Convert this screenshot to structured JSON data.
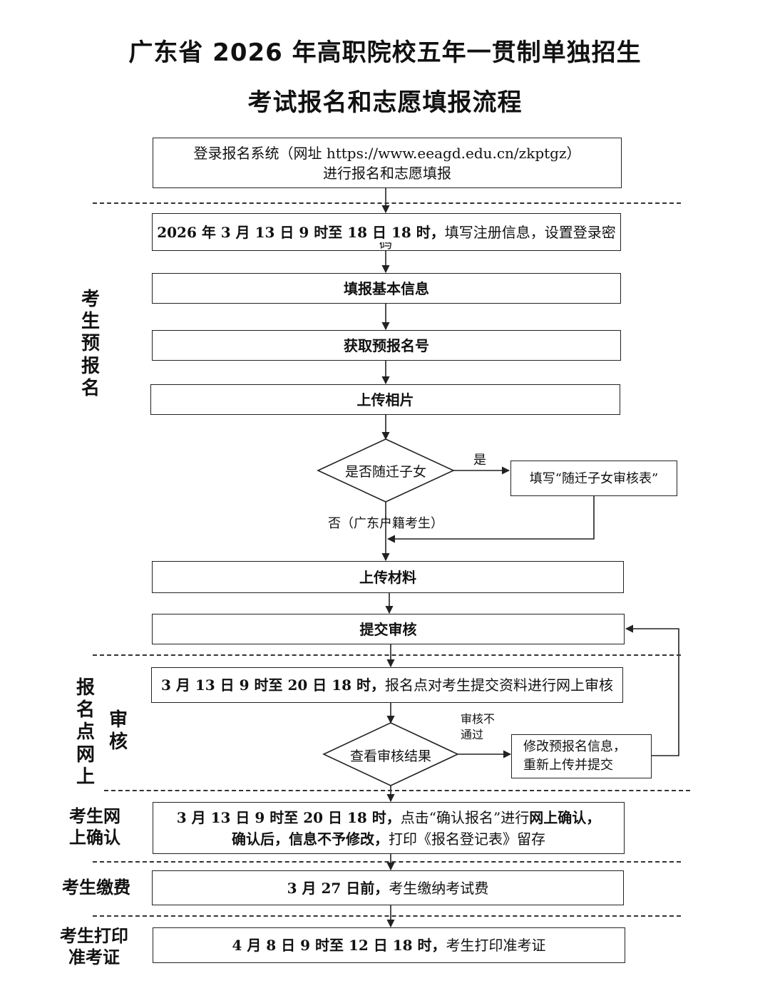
{
  "title_line1": "广东省 2026 年高职院校五年一贯制单独招生",
  "title_line2": "考试报名和志愿填报流程",
  "login": {
    "line1": "登录报名系统（网址 https://www.eeagd.edu.cn/zkptgz）",
    "line2": "进行报名和志愿填报"
  },
  "step_register": {
    "time": "2026 年 3 月 13 日 9 时至 18 日 18 时，",
    "text": "填写注册信息，设置登录密",
    "overflow": "码"
  },
  "step_basic_info": "填报基本信息",
  "step_prereg_number": "获取预报名号",
  "step_upload_photo": "上传相片",
  "decision_migrant": "是否随迁子女",
  "label_yes": "是",
  "box_migrant_form": "填写“随迁子女审核表”",
  "label_no": "否（广东户籍考生）",
  "step_upload_material": "上传材料",
  "step_submit": "提交审核",
  "step_online_review": {
    "time": "3 月 13 日 9 时至 20 日 18 时，",
    "text": "报名点对考生提交资料进行网上审核"
  },
  "decision_result": "查看审核结果",
  "label_fail": "审核不\n通过",
  "box_modify": {
    "line1": "修改预报名信息，",
    "line2": "重新上传并提交"
  },
  "step_confirm": {
    "line1_time": "3 月 13 日 9 时至 20 日 18 时，",
    "line1_text": "点击“确认报名”进行",
    "line1_bold": "网上确认，",
    "line2_bold": "确认后，信息不予修改，",
    "line2_text": "打印《报名登记表》留存"
  },
  "step_payment": {
    "time": "3 月 27 日前，",
    "text": "考生缴纳考试费"
  },
  "step_print": {
    "time": "4 月 8 日 9 时至 12 日 18 时，",
    "text": "考生打印准考证"
  },
  "side_labels": {
    "prereg": "考生预报名",
    "review_a": "报名点网上",
    "review_b": "审核",
    "confirm": "考生网\n上确认",
    "payment": "考生缴费",
    "print": "考生打印\n准考证"
  }
}
